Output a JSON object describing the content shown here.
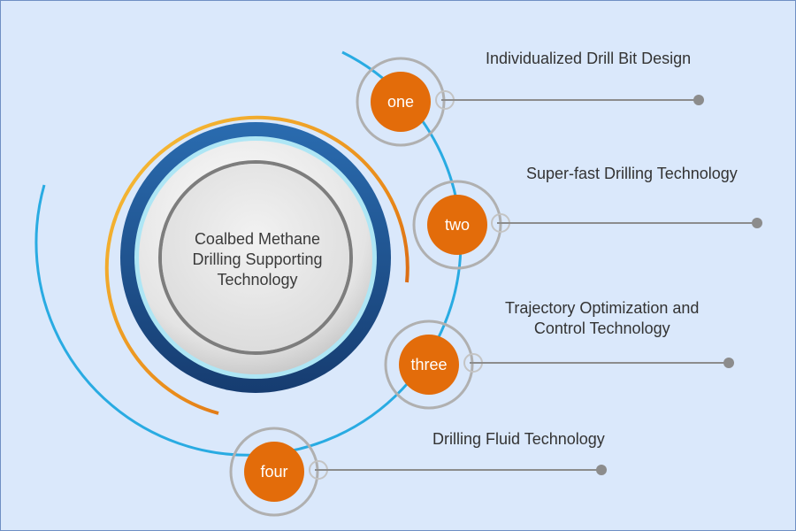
{
  "center": {
    "lines": [
      "Coalbed Methane",
      "Drilling Supporting",
      "Technology"
    ]
  },
  "steps": [
    {
      "number": "one",
      "title_lines": [
        "Individualized Drill Bit Design"
      ]
    },
    {
      "number": "two",
      "title_lines": [
        "Super-fast Drilling Technology"
      ]
    },
    {
      "number": "three",
      "title_lines": [
        "Trajectory Optimization and",
        "Control Technology"
      ]
    },
    {
      "number": "four",
      "title_lines": [
        "Drilling Fluid Technology"
      ]
    }
  ],
  "colors": {
    "background": "#dae8fb",
    "node_fill": "#e36c0a",
    "arc_blue": "#29abe2",
    "ring_navy": "#1d4f8a",
    "arc_orange": "#f0b323",
    "connector_gray": "#8c8c8c"
  }
}
